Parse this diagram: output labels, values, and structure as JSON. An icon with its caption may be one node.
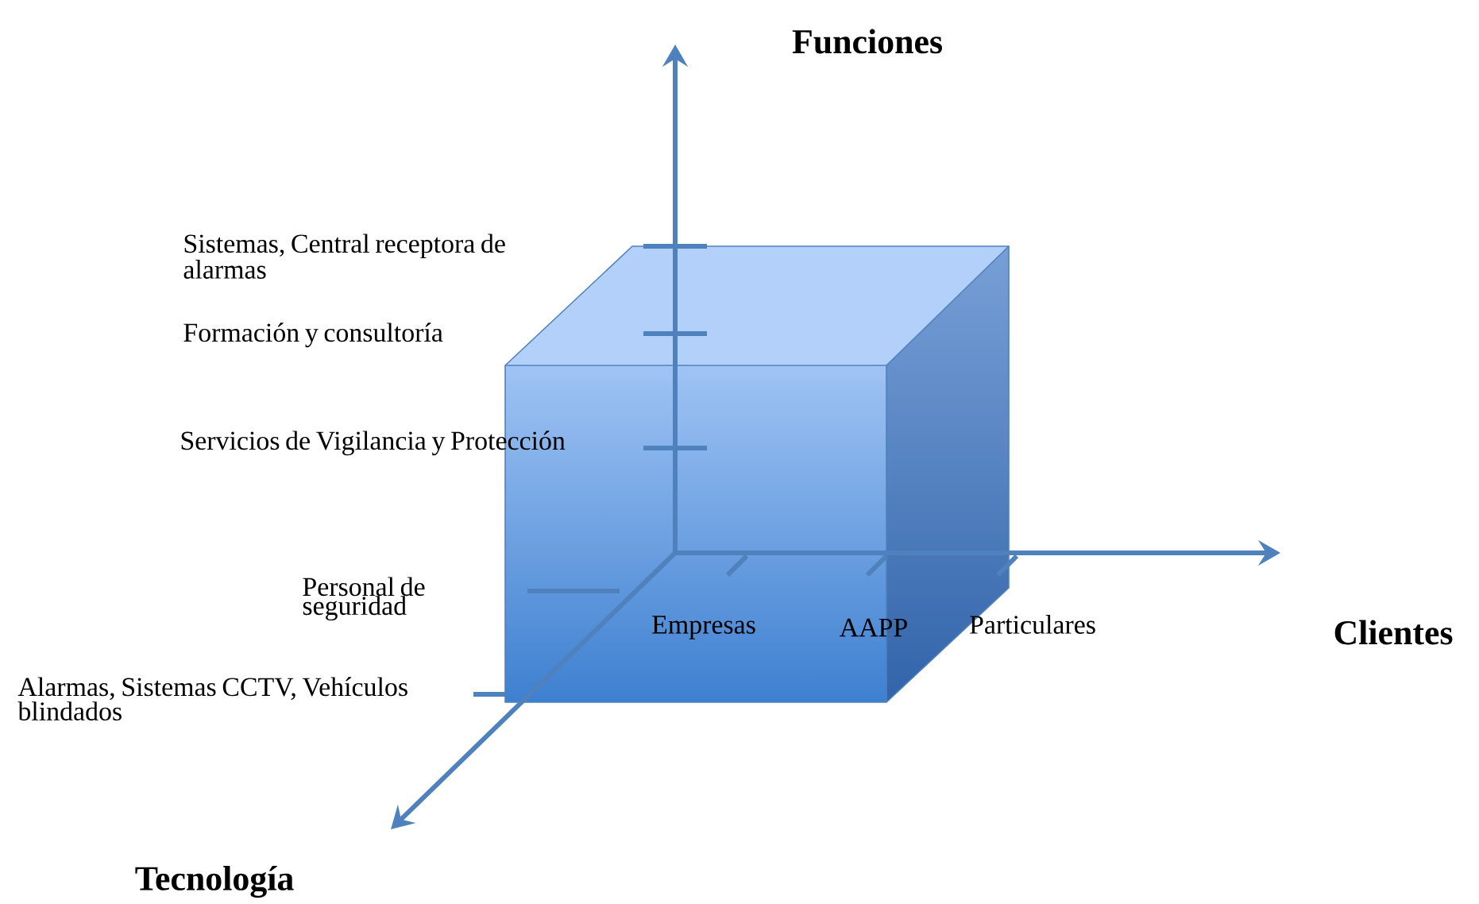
{
  "diagram": {
    "labels": [
      "Funciones",
      "Sistemas, Central receptora de alarmas",
      "Formación y consultoría",
      "Servicios de Vigilancia y Protección",
      "Personal de seguridad",
      "Empresas",
      "AAPP",
      "Particulares",
      "Clientes",
      "Alarmas, Sistemas CCTV, Vehículos blindados",
      "Tecnología"
    ]
  }
}
